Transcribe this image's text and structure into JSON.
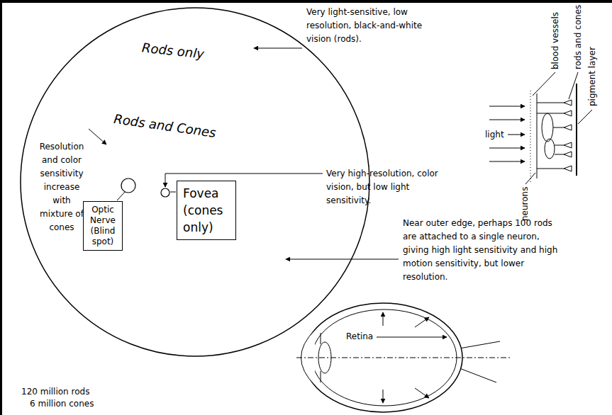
{
  "diagram": {
    "nodes": [
      {
        "text": [
          "Rods only",
          "Rods and Cones",
          "Resolution and color sensitivity increase with mixture of cones"
        ]
      },
      {
        "text": [
          "Optic Nerve (Blind spot)"
        ],
        "in": 0
      },
      {
        "text": [
          "Fovea (cones only)"
        ],
        "in": 0
      }
    ],
    "labels": [
      "Very light-sensitive, low resolution, black-and-white vision (rods).",
      "Very high-resolution, color vision, but low light sensitivity.",
      "Near outer edge, perhaps 100 rods are attached to a single neuron, giving high light sensitivity and high motion sensitivity, but lower resolution.",
      "120 million rods",
      "6 million cones",
      "light",
      "blood vessels",
      "rods and cones",
      "pigment layer",
      "neurons",
      "Retina"
    ]
  }
}
